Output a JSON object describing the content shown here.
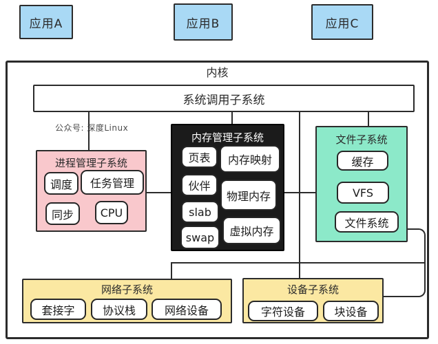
{
  "apps": {
    "a": "应用A",
    "b": "应用B",
    "c": "应用C"
  },
  "kernel": {
    "title": "内核",
    "syscall_title": "系统调用子系统",
    "watermark": "公众号: 深度Linux",
    "process": {
      "title": "进程管理子系统",
      "items": [
        "调度",
        "任务管理",
        "同步",
        "CPU"
      ]
    },
    "memory": {
      "title": "内存管理子系统",
      "left_items": [
        "页表",
        "伙伴",
        "slab",
        "swap"
      ],
      "right_items": [
        "内存映射",
        "物理内存",
        "虚拟内存"
      ]
    },
    "file": {
      "title": "文件子系统",
      "items": [
        "缓存",
        "VFS",
        "文件系统"
      ]
    },
    "network": {
      "title": "网络子系统",
      "items": [
        "套接字",
        "协议栈",
        "网络设备"
      ]
    },
    "device": {
      "title": "设备子系统",
      "items": [
        "字符设备",
        "块设备"
      ]
    }
  },
  "colors": {
    "app_fill": "#a9d9f5",
    "process_fill": "#f9c8cc",
    "memory_fill": "#1b1b1b",
    "memory_text": "#ffffff",
    "file_fill": "#8ce9c9",
    "network_fill": "#fbe8a2",
    "device_fill": "#fbe8a2",
    "line": "#2b2b2b",
    "watermark_text": "#4a4a4a"
  }
}
